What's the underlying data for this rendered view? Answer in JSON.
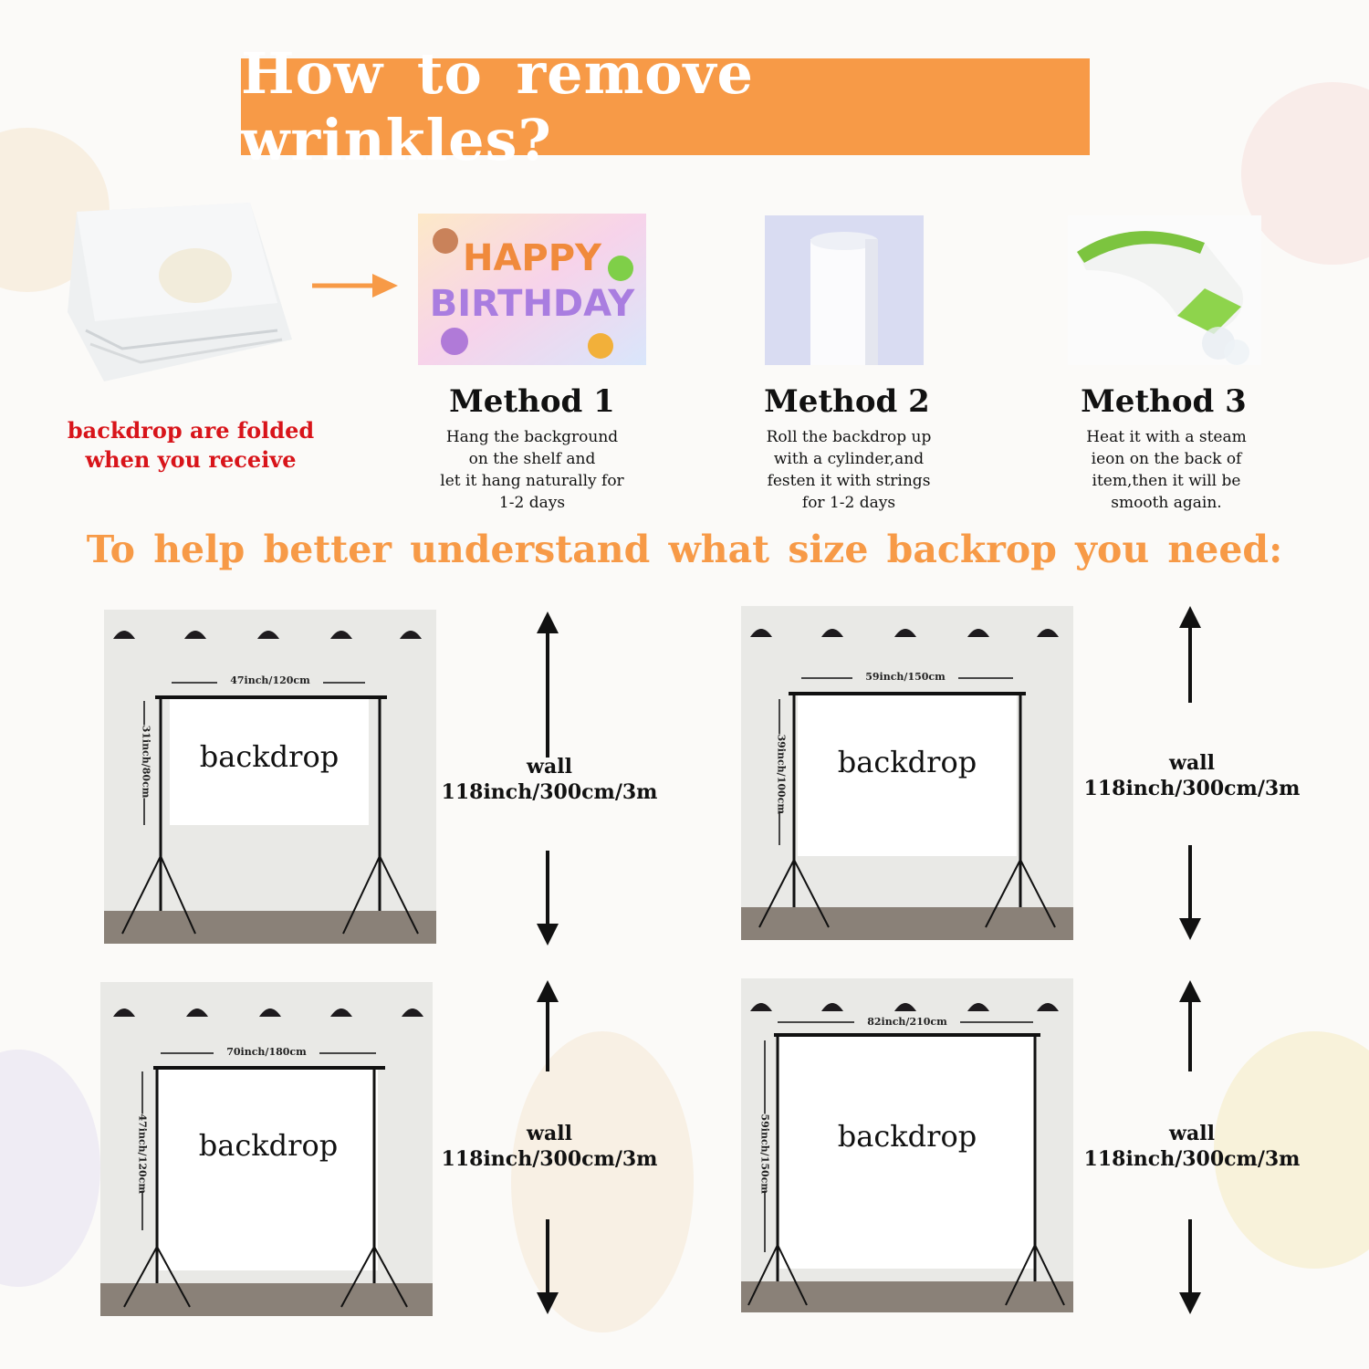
{
  "title": "How to remove wrinkles?",
  "folded_caption": "backdrop are folded\nwhen you receive",
  "methods": [
    {
      "title": "Method 1",
      "desc": "Hang the background\non the shelf and\nlet it hang naturally for\n1-2 days",
      "image_text": [
        "HAPPY",
        "BIRTHDAY"
      ]
    },
    {
      "title": "Method 2",
      "desc": "Roll the backdrop up\nwith a cylinder,and\nfesten it with strings\nfor 1-2 days"
    },
    {
      "title": "Method 3",
      "desc": "Heat it with a steam\nieon on the back of\nitem,then it will be\nsmooth again."
    }
  ],
  "subtitle": "To help better understand what size backrop you need:",
  "panels": [
    {
      "width_label": "47inch/120cm",
      "height_label": "31inch/80cm",
      "backdrop_label": "backdrop",
      "wall_label": "wall",
      "wall_size": "118inch/300cm/3m"
    },
    {
      "width_label": "59inch/150cm",
      "height_label": "39inch/100cm",
      "backdrop_label": "backdrop",
      "wall_label": "wall",
      "wall_size": "118inch/300cm/3m"
    },
    {
      "width_label": "70inch/180cm",
      "height_label": "47inch/120cm",
      "backdrop_label": "backdrop",
      "wall_label": "wall",
      "wall_size": "118inch/300cm/3m"
    },
    {
      "width_label": "82inch/210cm",
      "height_label": "59inch/150cm",
      "backdrop_label": "backdrop",
      "wall_label": "wall",
      "wall_size": "118inch/300cm/3m"
    }
  ],
  "colors": {
    "accent": "#f79a47",
    "caption_red": "#d8141a",
    "panel_wall": "#e9e9e6",
    "floor": "#8a8178"
  }
}
